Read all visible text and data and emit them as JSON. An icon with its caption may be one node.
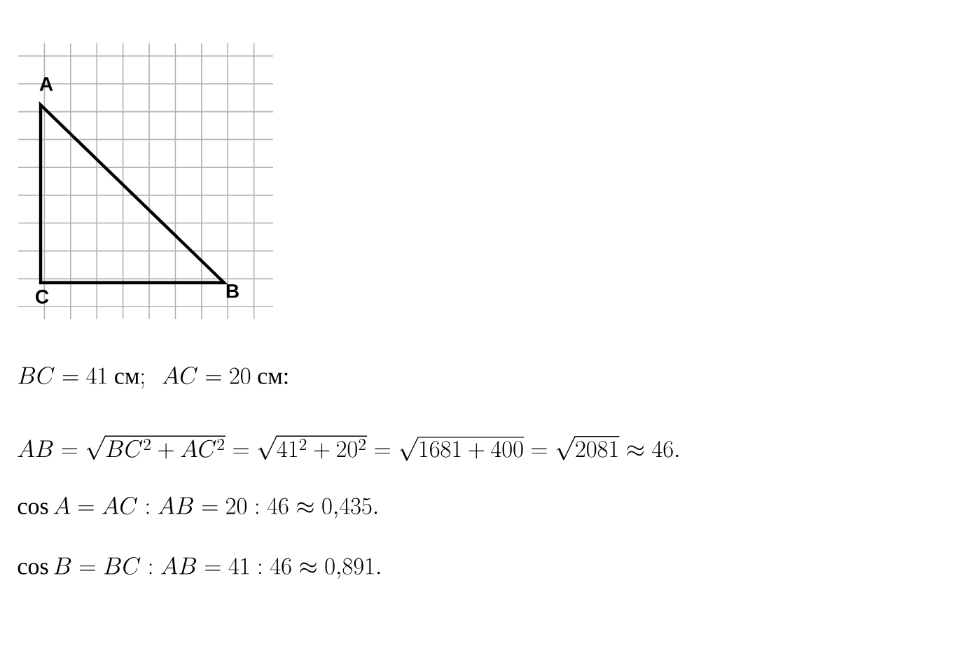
{
  "diagram": {
    "labels": [
      "A",
      "C",
      "B",
      "BC = 41\\text{ см};\\ \\ AC = 20\\text{ см:}",
      "AB = \\sqrt{BC^2 + AC^2} = \\sqrt{41^2 + 20^2} = \\sqrt{1681 + 400} = \\sqrt{2081} \\approx 46.",
      "\\cos A = AC : AB = 20 : 46 \\approx 0{,}435.",
      "\\cos B = BC : AB = 41 : 46 \\approx 0{,}891."
    ]
  }
}
